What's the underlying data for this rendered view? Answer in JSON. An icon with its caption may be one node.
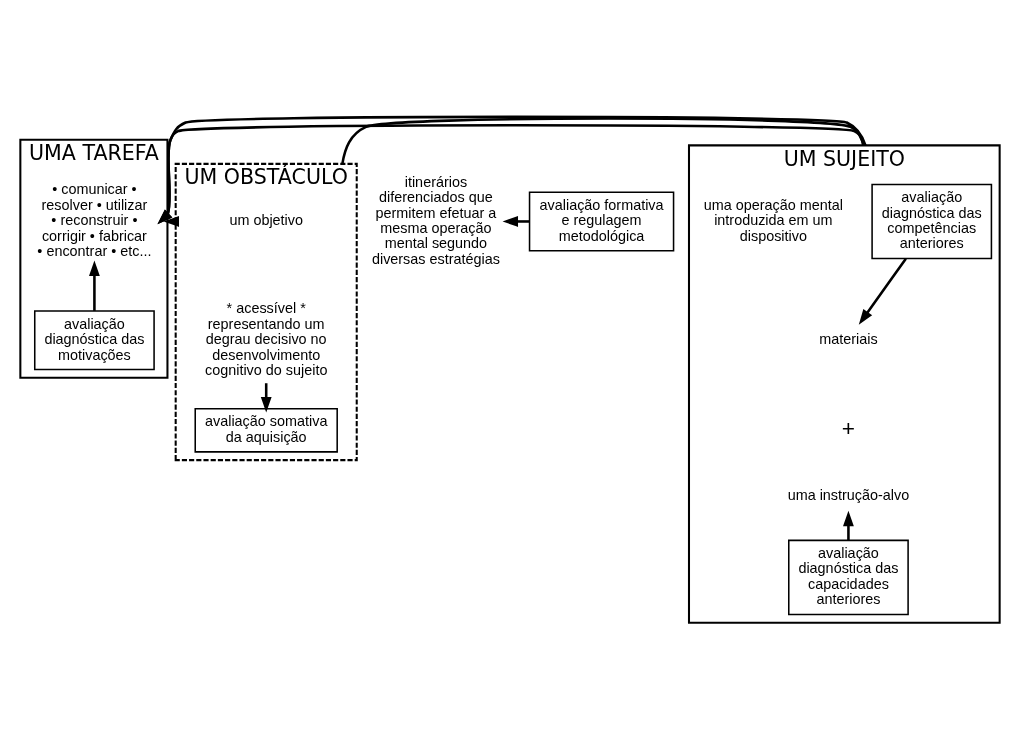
{
  "diagram": {
    "nodes": [
      {
        "text": [
          "UMA TAREFA"
        ]
      },
      {
        "text": [
          "• comunicar • resolver • utilizar • reconstruir • corrigir • fabricar • encontrar • etc..."
        ],
        "in": 0
      },
      {
        "text": [
          "avaliação diagnóstica das motivações"
        ],
        "in": 0
      },
      {
        "text": [
          "UM OBSTÁCULO"
        ]
      },
      {
        "text": [
          "um objetivo"
        ],
        "in": 3
      },
      {
        "text": [
          "* acessível * representando um degrau decisivo no desenvolvimento cognitivo do sujeito"
        ],
        "in": 3
      },
      {
        "text": [
          "avaliação somativa da aquisição"
        ],
        "in": 3
      },
      {
        "text": [
          "itinerários diferenciados que permitem efetuar a mesma operação mental segundo diversas estratégias"
        ]
      },
      {
        "text": [
          "avaliação formativa e regulagem metodológica"
        ]
      },
      {
        "text": [
          "UM SUJEITO"
        ]
      },
      {
        "text": [
          "avaliação diagnóstica das competências anteriores"
        ],
        "in": 9
      },
      {
        "text": [
          "uma operação mental",
          "introduzida em um dispositivo"
        ],
        "in": 9
      },
      {
        "text": [
          "materiais"
        ],
        "in": 9
      },
      {
        "text": [
          "uma instrução-alvo"
        ],
        "in": 9
      },
      {
        "text": [
          "avaliação diagnóstica das capacidades anteriores"
        ],
        "in": 9
      }
    ],
    "edges": [
      {
        "from": 9,
        "to": 3,
        "arrow": "none"
      },
      {
        "from": 3,
        "to": 0,
        "arrow": "to"
      },
      {
        "from": 9,
        "to": 1,
        "arrow": "to"
      },
      {
        "from": 9,
        "to": 1,
        "arrow": "to"
      },
      {
        "from": 2,
        "to": 1,
        "arrow": "to"
      },
      {
        "from": 5,
        "to": 6,
        "arrow": "to"
      },
      {
        "from": 8,
        "to": 7,
        "arrow": "to"
      },
      {
        "from": 10,
        "to": 12,
        "arrow": "to"
      },
      {
        "from": 14,
        "to": 13,
        "arrow": "to"
      }
    ],
    "labels": [
      "+"
    ]
  }
}
